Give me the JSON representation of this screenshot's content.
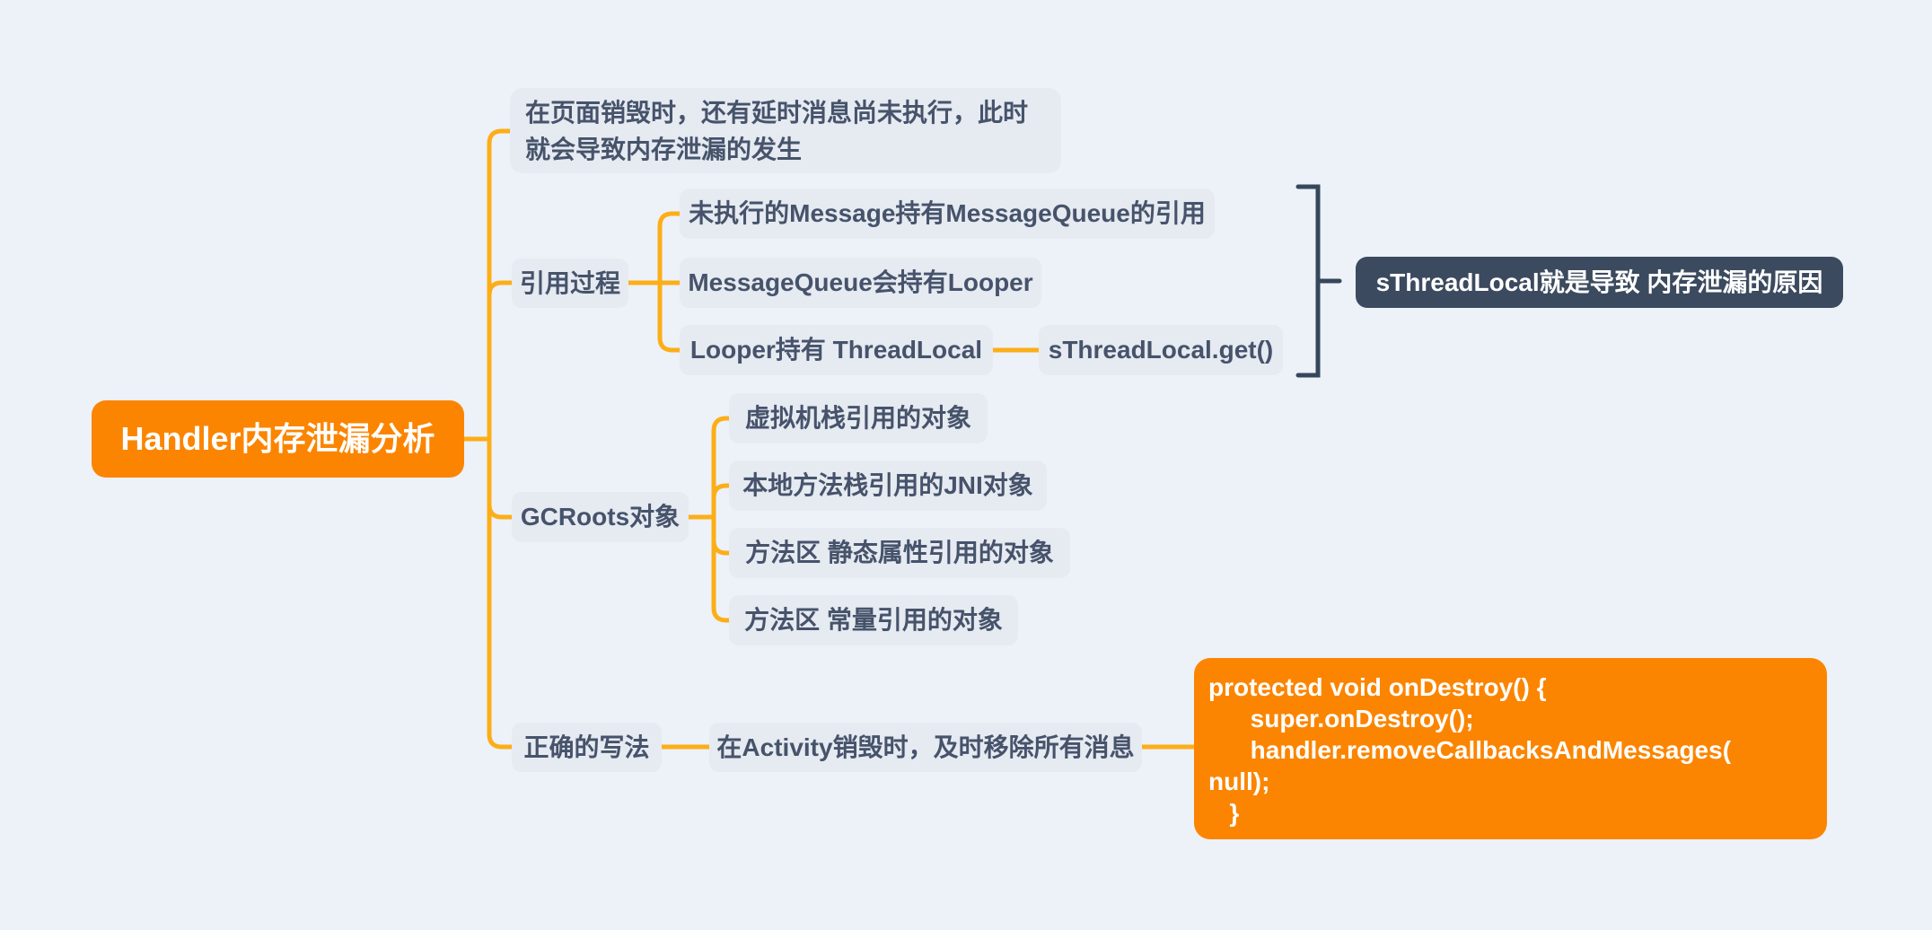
{
  "canvas": {
    "background_color": "#edf1f8",
    "connector_color": "#fcae17",
    "bracket_color": "#36475c",
    "node_fill": "#e6eaf1",
    "node_text_color": "#46536b",
    "accent_orange": "#fb8500",
    "dark_fill": "#3b4a5e"
  },
  "root": {
    "label": "Handler内存泄漏分析"
  },
  "branches": {
    "note": {
      "label": "在页面销毁时，还有延时消息尚未执行，此时就会导致内存泄漏的发生"
    },
    "reference": {
      "label": "引用过程",
      "children": [
        {
          "label": "未执行的Message持有MessageQueue的引用"
        },
        {
          "label": "MessageQueue会持有Looper"
        },
        {
          "label": "Looper持有 ThreadLocal"
        }
      ],
      "grandchild": {
        "label": "sThreadLocal.get()"
      },
      "summary": {
        "label": "sThreadLocal就是导致 内存泄漏的原因"
      }
    },
    "gcroots": {
      "label": "GCRoots对象",
      "children": [
        {
          "label": "虚拟机栈引用的对象"
        },
        {
          "label": "本地方法栈引用的JNI对象"
        },
        {
          "label": "方法区 静态属性引用的对象"
        },
        {
          "label": "方法区 常量引用的对象"
        }
      ]
    },
    "correct": {
      "label": "正确的写法",
      "child": {
        "label": "在Activity销毁时，及时移除所有消息"
      },
      "code": "protected void onDestroy() {\n      super.onDestroy();\n      handler.removeCallbacksAndMessages(\nnull);\n   }"
    }
  }
}
